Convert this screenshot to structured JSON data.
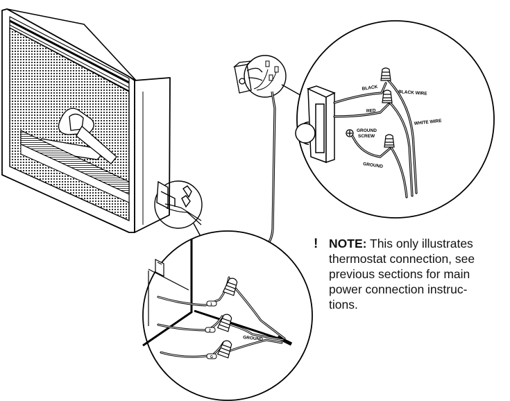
{
  "labels": {
    "black": "BLACK",
    "black_wire": "BLACK WIRE",
    "red": "RED",
    "white_wire": "WHITE WIRE",
    "ground_screw_1": "GROUND",
    "ground_screw_2": "SCREW",
    "ground_top": "GROUND",
    "ground_bottom": "GROUND",
    "wire_tag_1": "1",
    "wire_tag_2": "2",
    "wire_tag_g": "G"
  },
  "note": {
    "icon": "exclamation-icon",
    "heading": "NOTE:",
    "text": " This only illustrates\nthermostat connection, see\nprevious sections for main\npower connection instruc-\ntions."
  },
  "colors": {
    "line": "#000000",
    "fill": "#ffffff"
  }
}
